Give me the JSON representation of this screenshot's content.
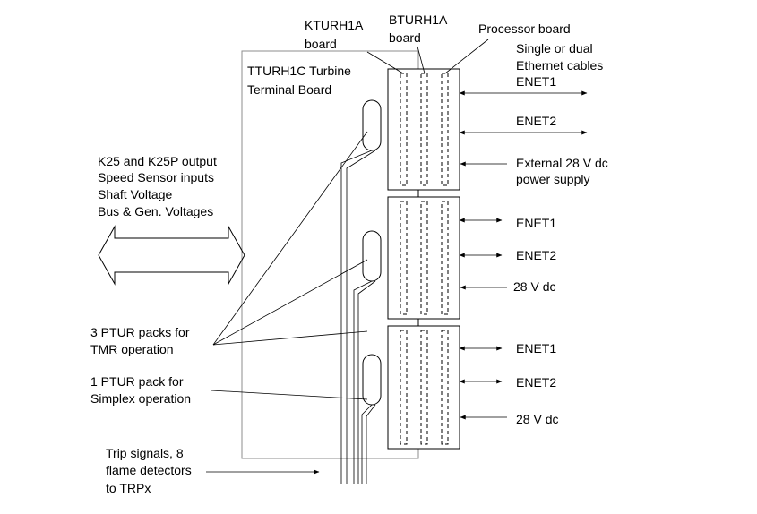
{
  "labels": {
    "kturh1a_line1": "KTURH1A",
    "kturh1a_line2": "board",
    "bturh1a_line1": "BTURH1A",
    "bturh1a_line2": "board",
    "processor": "Processor board",
    "ethernet_line1": "Single or dual",
    "ethernet_line2": "Ethernet cables",
    "enet1": "ENET1",
    "enet2": "ENET2",
    "ext_power_line1": "External 28 V dc",
    "ext_power_line2": "power supply",
    "tturh1c_line1": "TTURH1C Turbine",
    "tturh1c_line2": "Terminal Board",
    "inputs_line1": "K25 and K25P output",
    "inputs_line2": "Speed Sensor inputs",
    "inputs_line3": "Shaft Voltage",
    "inputs_line4": "Bus & Gen. Voltages",
    "tmr_line1": "3 PTUR packs for",
    "tmr_line2": "TMR operation",
    "simplex_line1": "1 PTUR pack for",
    "simplex_line2": "Simplex operation",
    "trip_line1": "Trip signals, 8",
    "trip_line2": "flame detectors",
    "trip_line3": "to TRPx",
    "pack2_enet1": "ENET1",
    "pack2_enet2": "ENET2",
    "pack2_power": "28 V dc",
    "pack3_enet1": "ENET1",
    "pack3_enet2": "ENET2",
    "pack3_power": "28 V dc"
  }
}
